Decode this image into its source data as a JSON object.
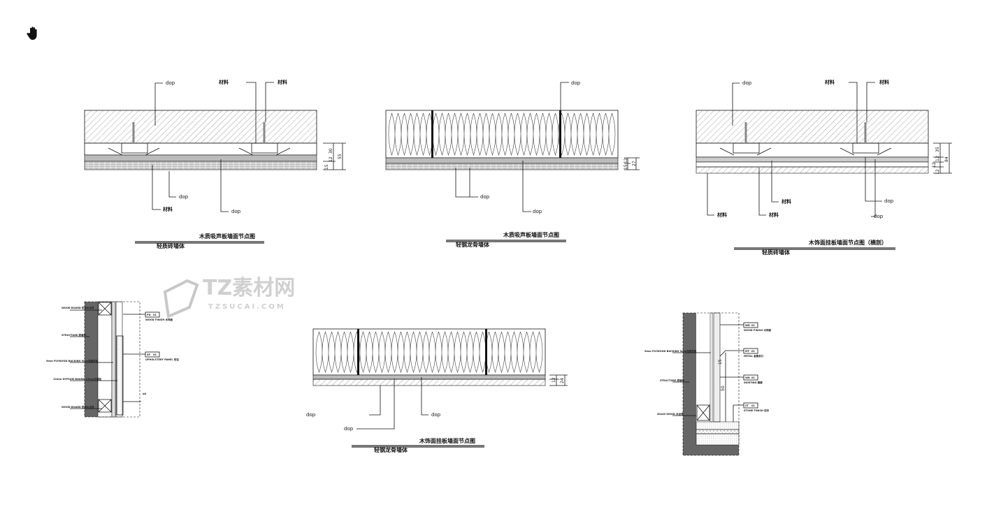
{
  "viewer": {
    "tool_icon": "hand-pan-icon"
  },
  "watermark": {
    "main": "TZ素材网",
    "sub": "TZSUCAI.COM"
  },
  "drawings": {
    "a": {
      "title": "木质吸声板墙面节点图",
      "subtitle": "轻质砖墙体",
      "labels": [
        "dop",
        "材料",
        "材料",
        "材料",
        "dop",
        "dop"
      ],
      "dims": [
        "30",
        "55",
        "12",
        "15"
      ]
    },
    "b": {
      "title": "木质吸声板墙面节点图",
      "subtitle": "轻钢龙骨墙体",
      "labels": [
        "dop",
        "dop",
        "dop"
      ],
      "dims": [
        "12",
        "15",
        "27"
      ]
    },
    "c": {
      "title": "木饰面挂板墙面节点图（横剖）",
      "subtitle": "轻质砖墙体",
      "labels": [
        "dop",
        "材料",
        "材料",
        "材料",
        "材料",
        "材料",
        "dop",
        "dop"
      ],
      "dims": [
        "35",
        "12",
        "12",
        "12",
        "84"
      ]
    },
    "d": {
      "notes": [
        "WOOD BOARD 防腐木龙骨",
        "STRUCTURE 原墙体",
        "9mm PLYWOOD BACKING 9mm阻燃夹板",
        "12mm GYPSUM BOARD 12mm石膏板",
        "WOOD BOARD 防腐木龙骨"
      ],
      "tags": [
        {
          "code": "PD",
          "num": "01",
          "text": "WOOD FINISH 木饰面"
        },
        {
          "code": "SP",
          "num": "02",
          "text": "UPHOLSTERY PANEL 软包"
        }
      ],
      "mark": "dA"
    },
    "e": {
      "title": "木饰面挂板墙面节点图",
      "subtitle": "轻钢龙骨墙体",
      "labels": [
        "dop",
        "dop",
        "dop"
      ],
      "dims": [
        "12",
        "24"
      ]
    },
    "f": {
      "notes": [
        "9mm PLYWOOD BACKING 9mm阻燃夹板",
        "STRUCTURE 原墙体",
        "40x40 WOOD 木龙骨"
      ],
      "tags": [
        {
          "code": "WD",
          "num": "01",
          "text": "WOOD FINISH 木饰面"
        },
        {
          "code": "MT",
          "num": "01",
          "text": "METAL 金属收口"
        },
        {
          "code": "WD",
          "num": "01",
          "text": "SKIRTING 踢脚"
        },
        {
          "code": "ST",
          "num": "01",
          "text": "STONE FINISH 石材"
        }
      ],
      "dims": [
        "15",
        "50"
      ]
    }
  }
}
